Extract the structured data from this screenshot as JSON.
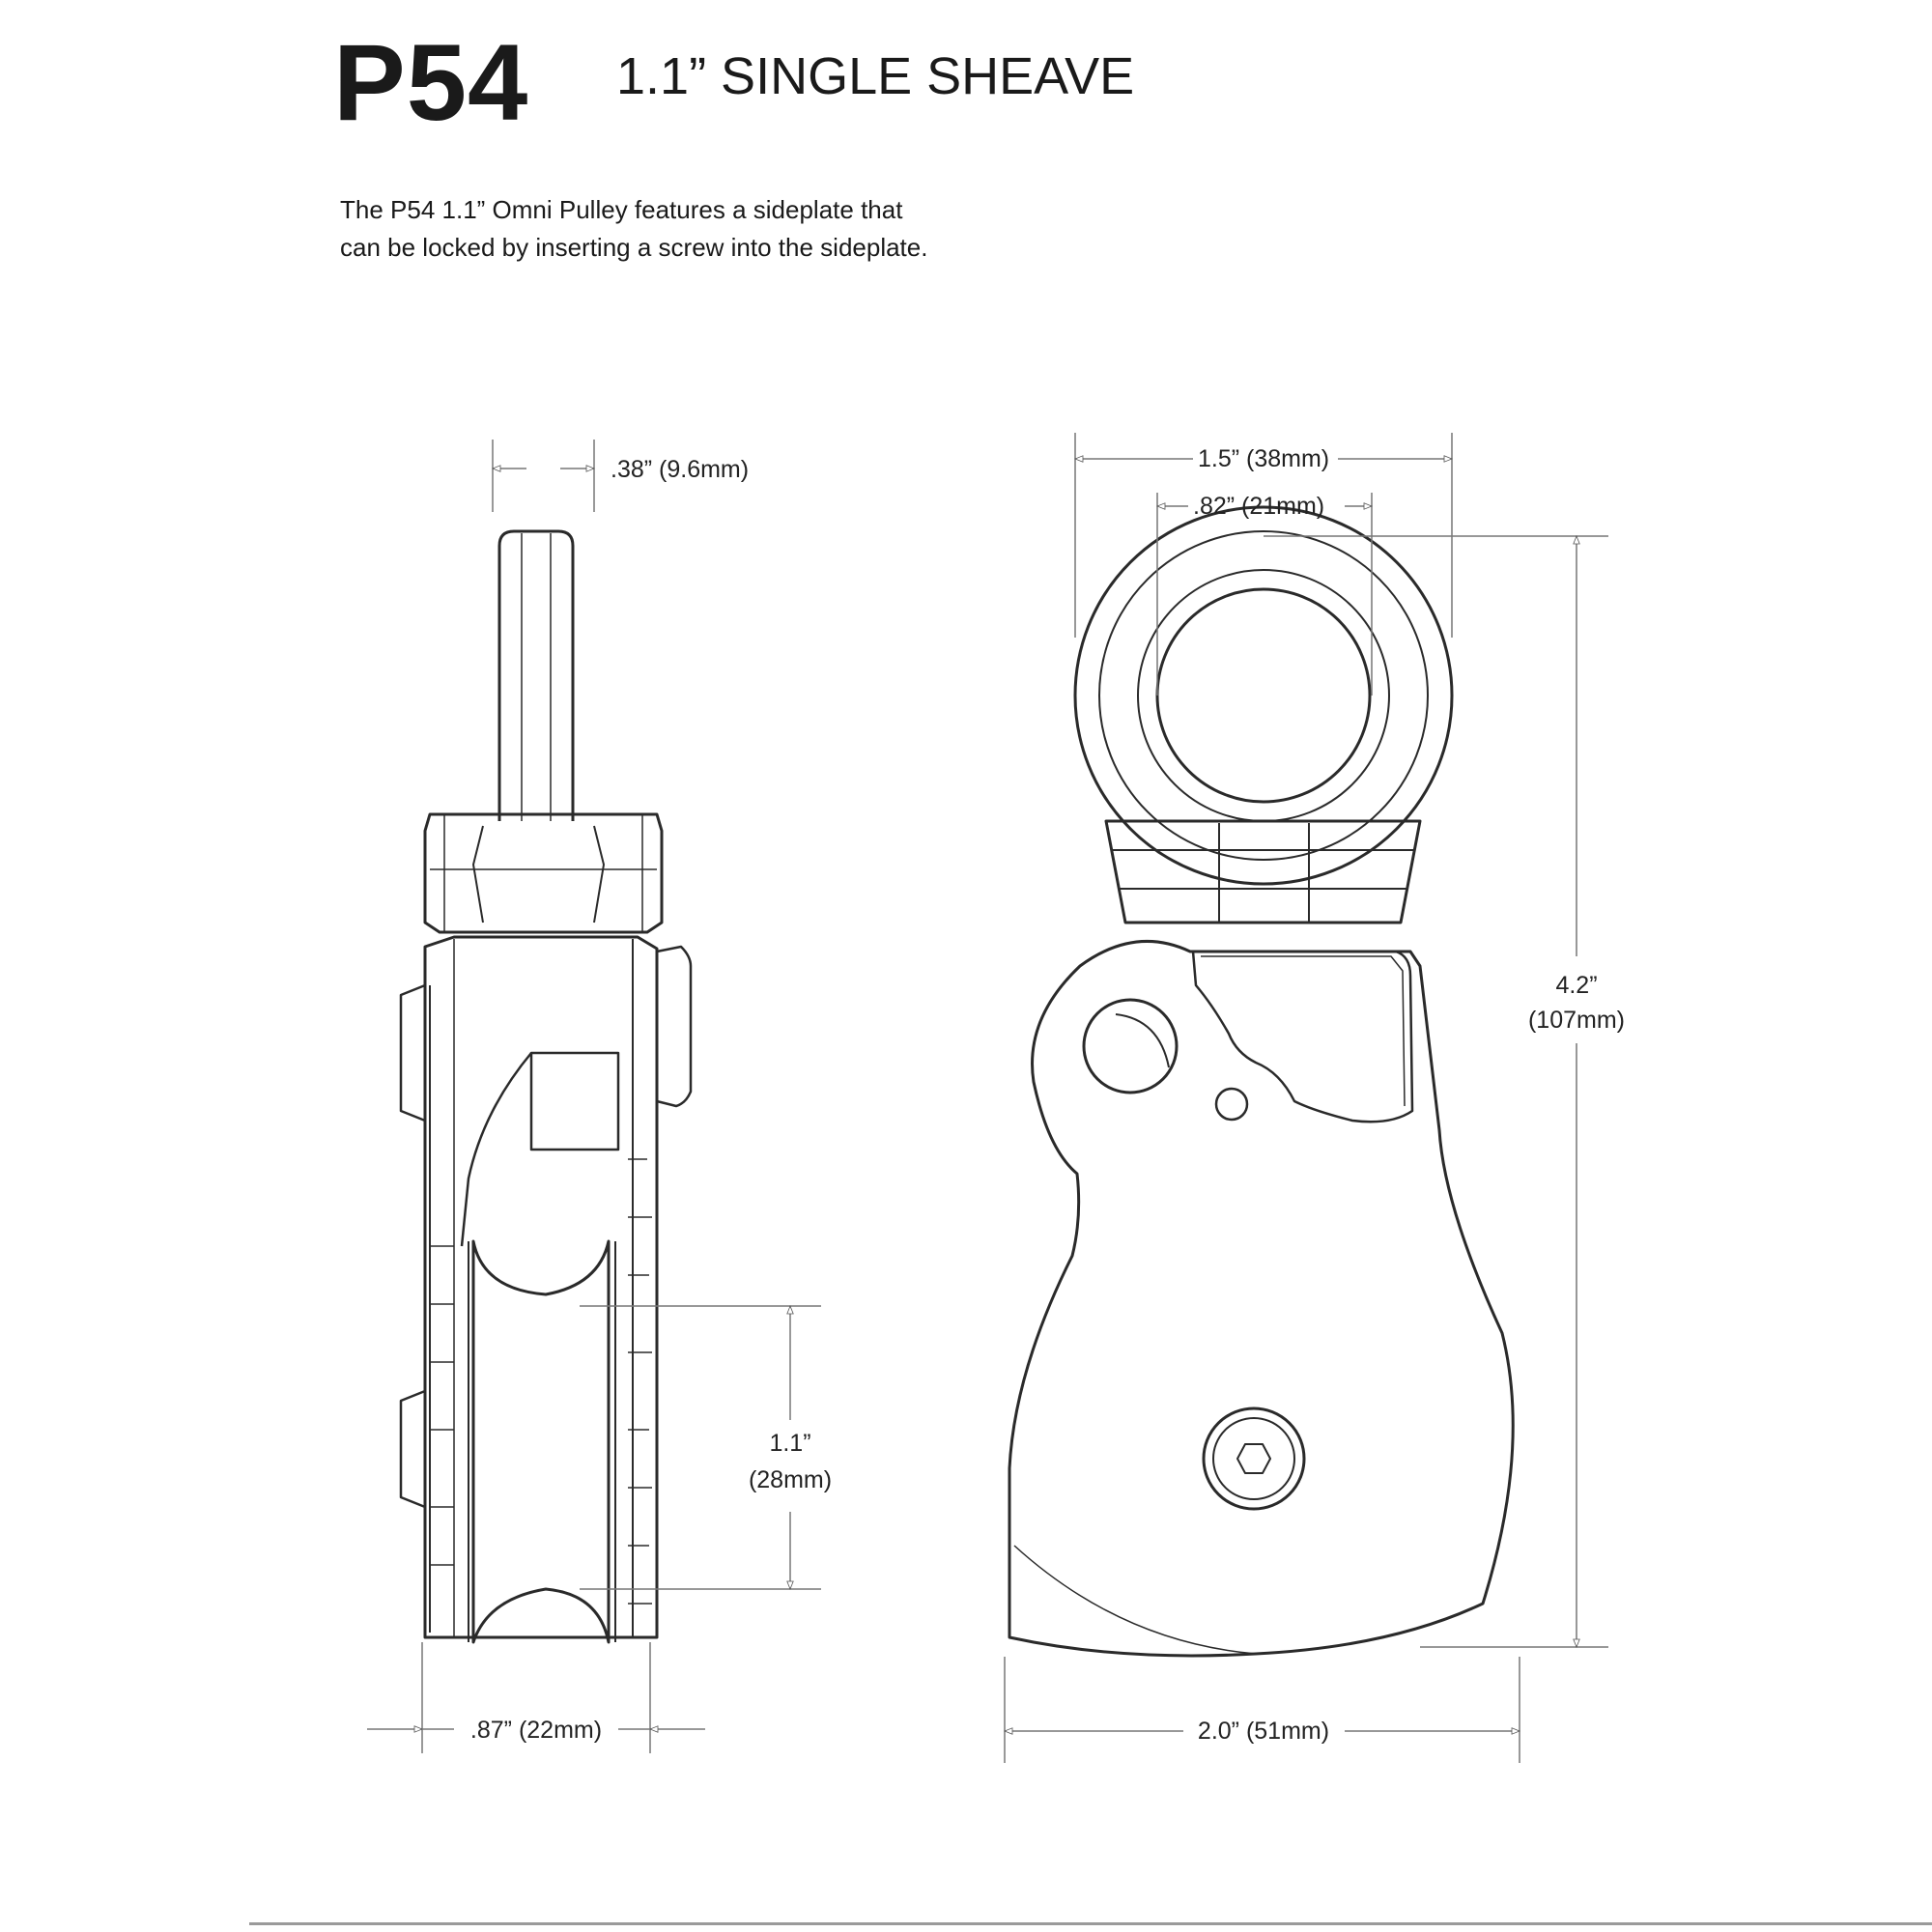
{
  "header": {
    "model": "P54",
    "title": "1.1” SINGLE SHEAVE"
  },
  "description": {
    "line1": "The P54 1.1” Omni Pulley features a sideplate that",
    "line2": "can be locked by inserting a screw into the sideplate."
  },
  "dimensions": {
    "swivel_shaft_width": ".38” (9.6mm)",
    "overall_width_top": "1.5” (38mm)",
    "eye_inner_width": ".82” (21mm)",
    "overall_height_line1": "4.2”",
    "overall_height_line2": "(107mm)",
    "sheave_diameter_line1": "1.1”",
    "sheave_diameter_line2": "(28mm)",
    "side_thickness": ".87” (22mm)",
    "overall_width_bottom": "2.0” (51mm)"
  },
  "colors": {
    "line": "#2a2a2a",
    "dimension_line": "#777777"
  }
}
